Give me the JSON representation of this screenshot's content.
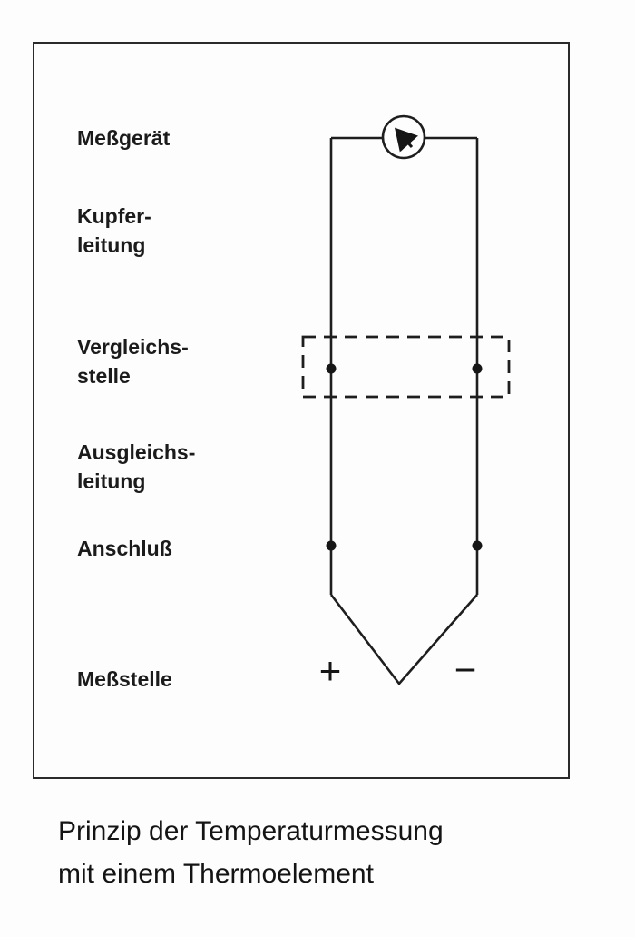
{
  "labels": {
    "messgeraet": "Meßgerät",
    "kupfer1": "Kupfer-",
    "kupfer2": "leitung",
    "vergleich1": "Vergleichs-",
    "vergleich2": "stelle",
    "ausgleich1": "Ausgleichs-",
    "ausgleich2": "leitung",
    "anschluss": "Anschluß",
    "messstelle": "Meßstelle"
  },
  "symbols": {
    "plus": "+",
    "minus": "−"
  },
  "caption": {
    "line1": "Prinzip der Temperaturmessung",
    "line2": "mit einem Thermoelement"
  },
  "colors": {
    "line": "#1e1e1e",
    "background": "#fdfdfd"
  }
}
